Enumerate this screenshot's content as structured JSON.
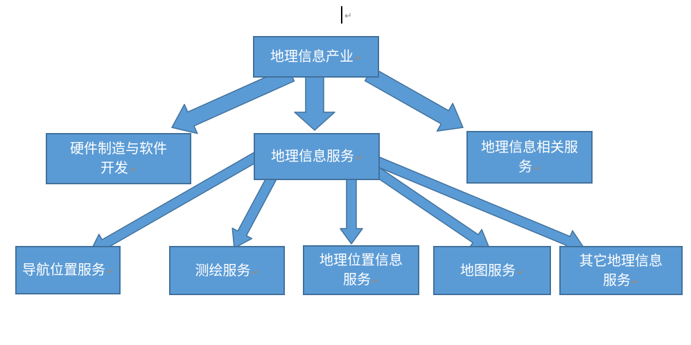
{
  "page": {
    "background": "#FFFFFF"
  },
  "colors": {
    "shape_fill": "#5B9BD5",
    "shape_border": "#41719C",
    "shape_text": "#FFFFFF",
    "format_mark_color": "#A08A6E",
    "cursor_color": "#000000"
  },
  "formatting": {
    "paragraph_mark": "↵"
  },
  "diagram": {
    "nodes": {
      "root": {
        "label": "地理信息产业"
      },
      "hardware_software": {
        "line1": "硬件制造与软件",
        "line2": "开发"
      },
      "gis_service": {
        "label": "地理信息服务"
      },
      "related_service": {
        "line1": "地理信息相关服",
        "line2": "务"
      },
      "navigation_location": {
        "label": "导航位置服务"
      },
      "surveying_mapping": {
        "label": "测绘服务"
      },
      "geo_location_info": {
        "line1": "地理位置信息",
        "line2": "服务"
      },
      "map_service": {
        "label": "地图服务"
      },
      "other_gis": {
        "line1": "其它地理信息",
        "line2": "服务"
      }
    },
    "edges": [
      {
        "from": "地理信息产业",
        "to": "硬件制造与软件开发"
      },
      {
        "from": "地理信息产业",
        "to": "地理信息服务"
      },
      {
        "from": "地理信息产业",
        "to": "地理信息相关服务"
      },
      {
        "from": "地理信息服务",
        "to": "导航位置服务"
      },
      {
        "from": "地理信息服务",
        "to": "测绘服务"
      },
      {
        "from": "地理信息服务",
        "to": "地理位置信息服务"
      },
      {
        "from": "地理信息服务",
        "to": "地图服务"
      },
      {
        "from": "地理信息服务",
        "to": "其它地理信息服务"
      }
    ]
  }
}
